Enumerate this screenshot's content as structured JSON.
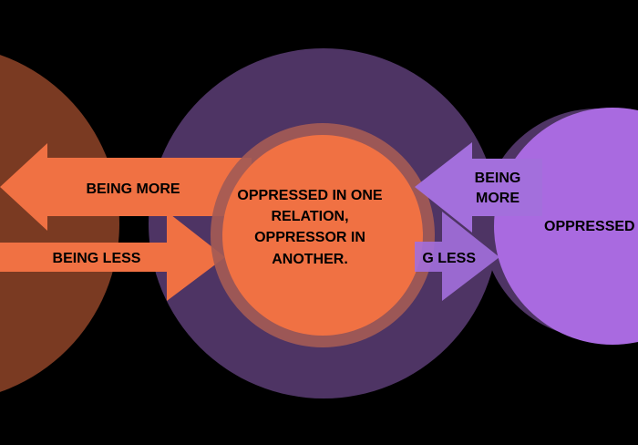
{
  "diagram": {
    "left_arrows": {
      "upper_label": "BEING MORE",
      "lower_label": "BEING LESS"
    },
    "center_circle": {
      "label_lines": [
        "OPPRESSED IN ONE",
        "RELATION,",
        "OPPRESSOR IN",
        "ANOTHER."
      ]
    },
    "right_arrows": {
      "upper_label_lines": [
        "BEING",
        "MORE"
      ],
      "lower_label_visible": "G LESS"
    },
    "right_circle": {
      "label": "OPPRESSED"
    }
  },
  "colors": {
    "background": "#000000",
    "left_circle": "#7a3a22",
    "middle_outer_circle": "#4e3464",
    "middle_ring": "#a35a55",
    "center_circle": "#f07143",
    "orange_arrow": "#f07143",
    "right_outer_circle": "#4e3464",
    "right_inner_circle": "#a96ae0",
    "purple_arrow": "#a36fdc"
  }
}
